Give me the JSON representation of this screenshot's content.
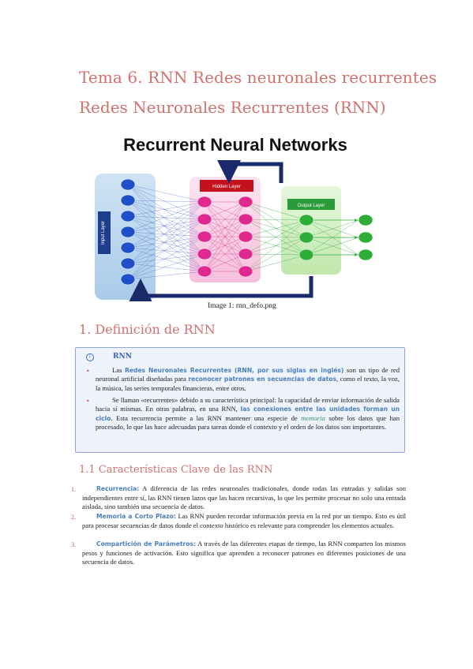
{
  "document": {
    "title": "Tema 6. RNN Redes neuronales recurrentes",
    "subtitle": "Redes Neuronales Recurrentes (RNN)"
  },
  "figure": {
    "heading": "Recurrent Neural Networks",
    "input_label": "Input Layer",
    "hidden_label": "Hidden Layer",
    "output_label": "Output Layer",
    "caption": "Image 1: rnn_defo.png",
    "colors": {
      "input_bg": "#b9d6ee",
      "input_node": "#1f4fc9",
      "hidden_bg": "#fbd3ea",
      "hidden_node": "#e0288f",
      "output_bg": "#d4f0c8",
      "output_node": "#2fae37",
      "loop_arrow": "#1b2a6b"
    }
  },
  "section1": {
    "heading": "1. Definición de RNN",
    "callout_title": "RNN",
    "bullet1": {
      "pre": "Las ",
      "hl1": "Redes Neuronales Recurrentes (RNN, por sus siglas en inglés)",
      "mid": " son un tipo de red neuronal artificial diseñadas para ",
      "hl2": "reconocer patrones en secuencias de datos",
      "post": ", como el texto, la voz, la música, las series temporales financieras, entre otros."
    },
    "bullet2": {
      "pre": "Se llaman «recurrentes» debido a su característica principal: la capacidad de enviar información de salida hacia sí mismas. En otras palabras, en una RNN, ",
      "hl1": "las conexiones entre las unidades forman un ciclo",
      "mid": ". Esta recurrencia permite a las RNN mantener una especie de ",
      "hl2": "memoria",
      "post": " sobre los datos que han procesado, lo que las hace adecuadas para tareas donde el contexto y el orden de los datos son importantes."
    }
  },
  "section11": {
    "heading": "1.1 Características Clave de las RNN",
    "items": [
      {
        "num": "1.",
        "term": "Recurrencia:",
        "text": " A diferencia de las redes neuronales tradicionales, donde todas las entradas y salidas son independientes entre sí, las RNN tienen lazos que las hacen recursivas, lo que les permite procesar no solo una entrada aislada, sino también una secuencia de datos."
      },
      {
        "num": "2.",
        "term": "Memoria a Corto Plazo:",
        "text": " Las RNN pueden recordar información previa en la red por un tiempo. Esto es útil para procesar secuencias de datos donde el contexto histórico es relevante para comprender los elementos actuales."
      },
      {
        "num": "3.",
        "term": "Compartición de Parámetros:",
        "text": " A través de las diferentes etapas de tiempo, las RNN comparten los mismos pesos y funciones de activación. Esto significa que aprenden a reconocer patrones en diferentes posiciones de una secuencia de datos."
      }
    ]
  }
}
